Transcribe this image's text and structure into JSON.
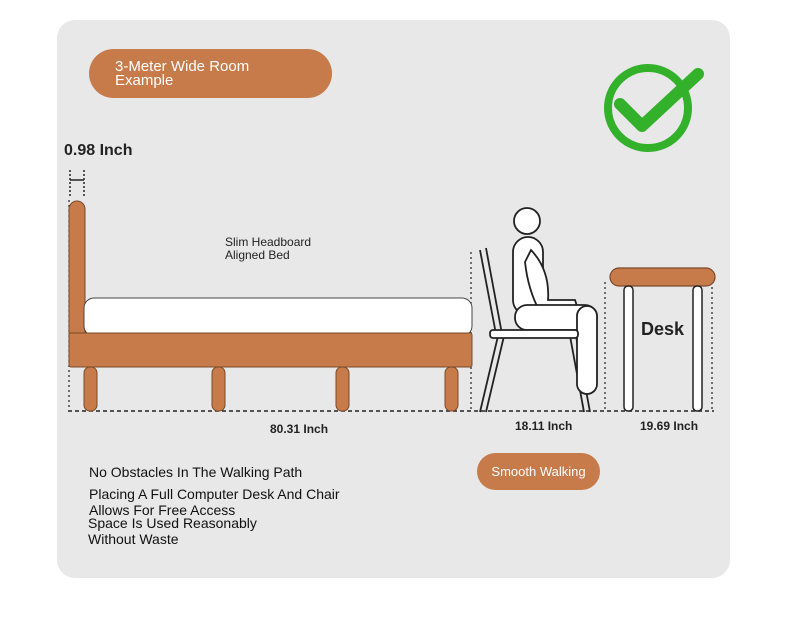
{
  "header": {
    "pill_line1": "3-Meter Wide Room",
    "pill_line2": "Example"
  },
  "icons": {
    "check": "checkmark-circle-icon"
  },
  "colors": {
    "accent": "#c87b4a",
    "wood": "#c87b4a",
    "check_green": "#33b12a",
    "card_bg": "#e8e8e8"
  },
  "dimensions": {
    "headboard_thickness": "0.98 Inch",
    "bed_length": "80.31 Inch",
    "chair_depth": "18.11 Inch",
    "desk_depth": "19.69 Inch"
  },
  "bed": {
    "title_line1": "Slim Headboard",
    "title_line2": "Aligned Bed"
  },
  "desk": {
    "label": "Desk"
  },
  "walking": {
    "label": "Smooth Walking"
  },
  "notes": {
    "line1": "No Obstacles In The Walking Path",
    "line2": "Placing A Full Computer Desk And Chair",
    "line3": "Allows For Free Access",
    "line4": "Space Is Used Reasonably",
    "line5": "Without Waste"
  }
}
